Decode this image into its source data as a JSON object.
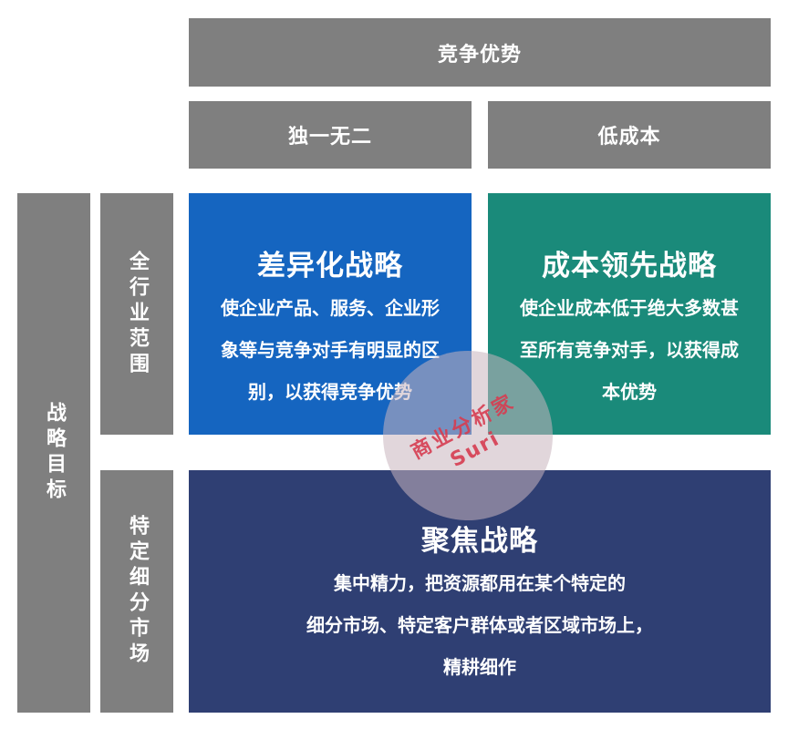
{
  "header": {
    "top": "竞争优势",
    "left": "独一无二",
    "right": "低成本"
  },
  "side": {
    "outer": "战略目标",
    "upper": "全行业范围",
    "lower": "特定细分市场"
  },
  "quadrants": {
    "differentiation": {
      "title": "差异化战略",
      "desc": "使企业产品、服务、企业形\n象等与竞争对手有明显的区\n别，以获得竞争优势"
    },
    "cost": {
      "title": "成本领先战略",
      "desc": "使企业成本低于绝大多数甚\n至所有竞争对手，以获得成\n本优势"
    },
    "focus": {
      "title": "聚焦战略",
      "desc": "集中精力，把资源都用在某个特定的\n细分市场、特定客户群体或者区域市场上，\n精耕细作"
    }
  },
  "watermark": {
    "text_cn": "商业分析家",
    "text_en": "Suri"
  },
  "colors": {
    "gray": "#7f7f7f",
    "blue": "#1565c0",
    "teal": "#1a8a7a",
    "navy": "#2f3f73"
  }
}
